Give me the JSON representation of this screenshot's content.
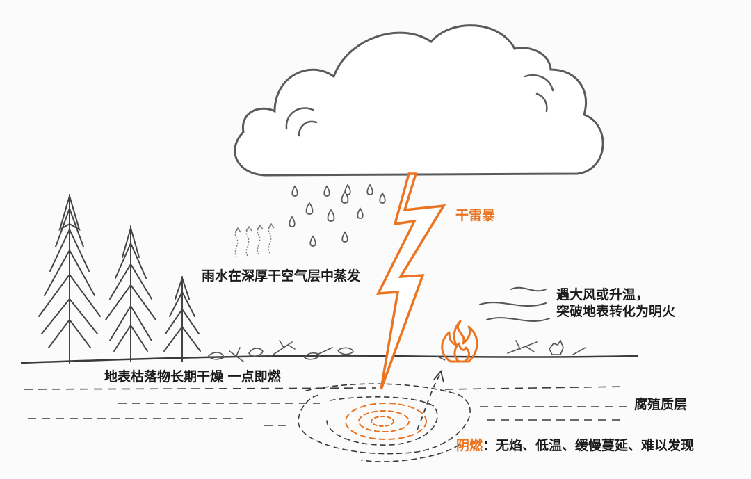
{
  "labels": {
    "thunderstorm": "干雷暴",
    "evaporation": "雨水在深厚干空气层中蒸发",
    "wind_line1": "遇大风或升温，",
    "wind_line2": "突破地表转化为明火",
    "litter": "地表枯落物长期干燥 一点即燃",
    "humus": "腐殖质层",
    "smolder_term": "阴燃",
    "smolder_desc": "：无焰、低温、缓慢蔓延、难以发现"
  },
  "colors": {
    "line": "#3a3a3a",
    "accent": "#ea7420",
    "cloud": "#5a5a5a",
    "background": "#fbfbfb"
  },
  "icons": [
    "cloud-icon",
    "raindrop-icon",
    "lightning-icon",
    "tree-icon",
    "flame-icon",
    "wind-icon",
    "steam-icon",
    "leaf-icon",
    "twig-icon"
  ]
}
